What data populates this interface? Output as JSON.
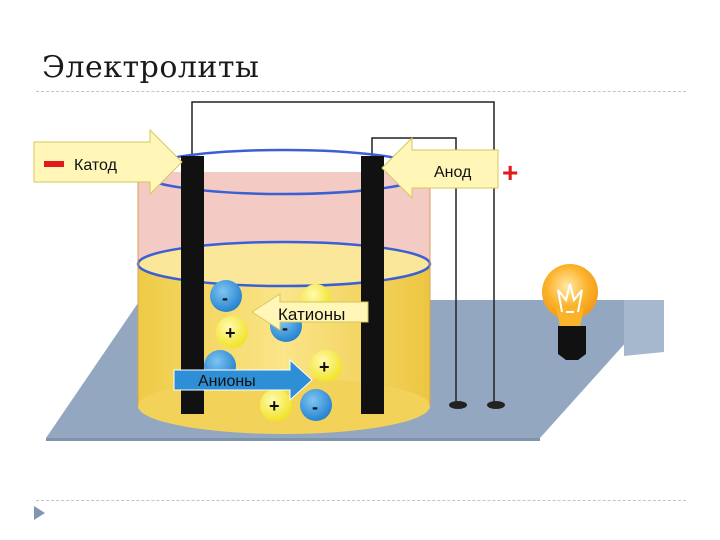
{
  "title": "Электролиты",
  "labels": {
    "cathode": "Катод",
    "anode": "Анод",
    "cations": "Катионы",
    "anions": "Анионы"
  },
  "signs": {
    "cathode_sign": "–",
    "anode_sign": "+",
    "ion_minus": "-",
    "ion_plus": "+"
  },
  "colors": {
    "minus_sign": "#e11b1b",
    "plus_sign": "#e11b1b",
    "arrow_fill": "#fff6b8",
    "liquid": "#f6dc64",
    "glass_tint": "#f0b8b0",
    "ring": "#3b5fd4",
    "table": "#93a8c0",
    "electrode": "#111111",
    "cation_ion": "#f7ef2f",
    "anion_ion": "#2e8fd7",
    "bulb_glow": "#fcb32c"
  },
  "icons": [
    "light-bulb-icon",
    "battery-cell-icon"
  ]
}
